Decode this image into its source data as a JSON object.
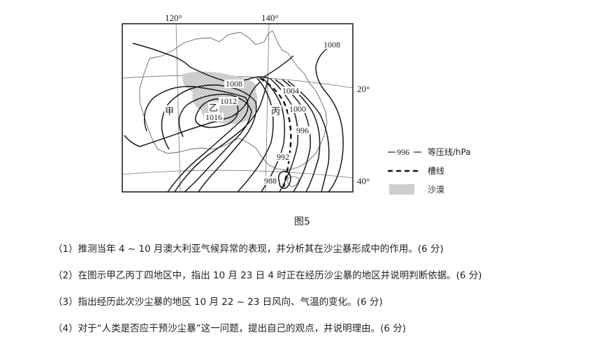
{
  "map": {
    "longitude_labels": [
      "120°",
      "140°"
    ],
    "latitude_labels": [
      "20°",
      "40°"
    ],
    "isobar_labels": [
      "1008",
      "1008",
      "1004",
      "1012",
      "1000",
      "1016",
      "996",
      "992",
      "988"
    ],
    "region_labels": {
      "jia": "甲",
      "yi": "乙",
      "bing": "丙"
    },
    "legend": {
      "isobar_symbol": "996",
      "isobar_label": "等压线/hPa",
      "trough_label": "槽线",
      "desert_label": "沙漠"
    }
  },
  "caption": "图5",
  "questions": [
    "（1）推测当年 4 ~ 10 月澳大利亚气候异常的表现，并分析其在沙尘暴形成中的作用。(6 分)",
    "（2）在图示甲乙丙丁四地区中，指出 10 月 23 日 4 时正在经历沙尘暴的地区并说明判断依据。(6 分)",
    "（3）指出经历此次沙尘暴的地区 10 月 22 ~ 23 日风向、气温的变化。(6 分)",
    "（4）对于“人类是否应干预沙尘暴”这一问题，提出自己的观点，并说明理由。(6 分)"
  ]
}
